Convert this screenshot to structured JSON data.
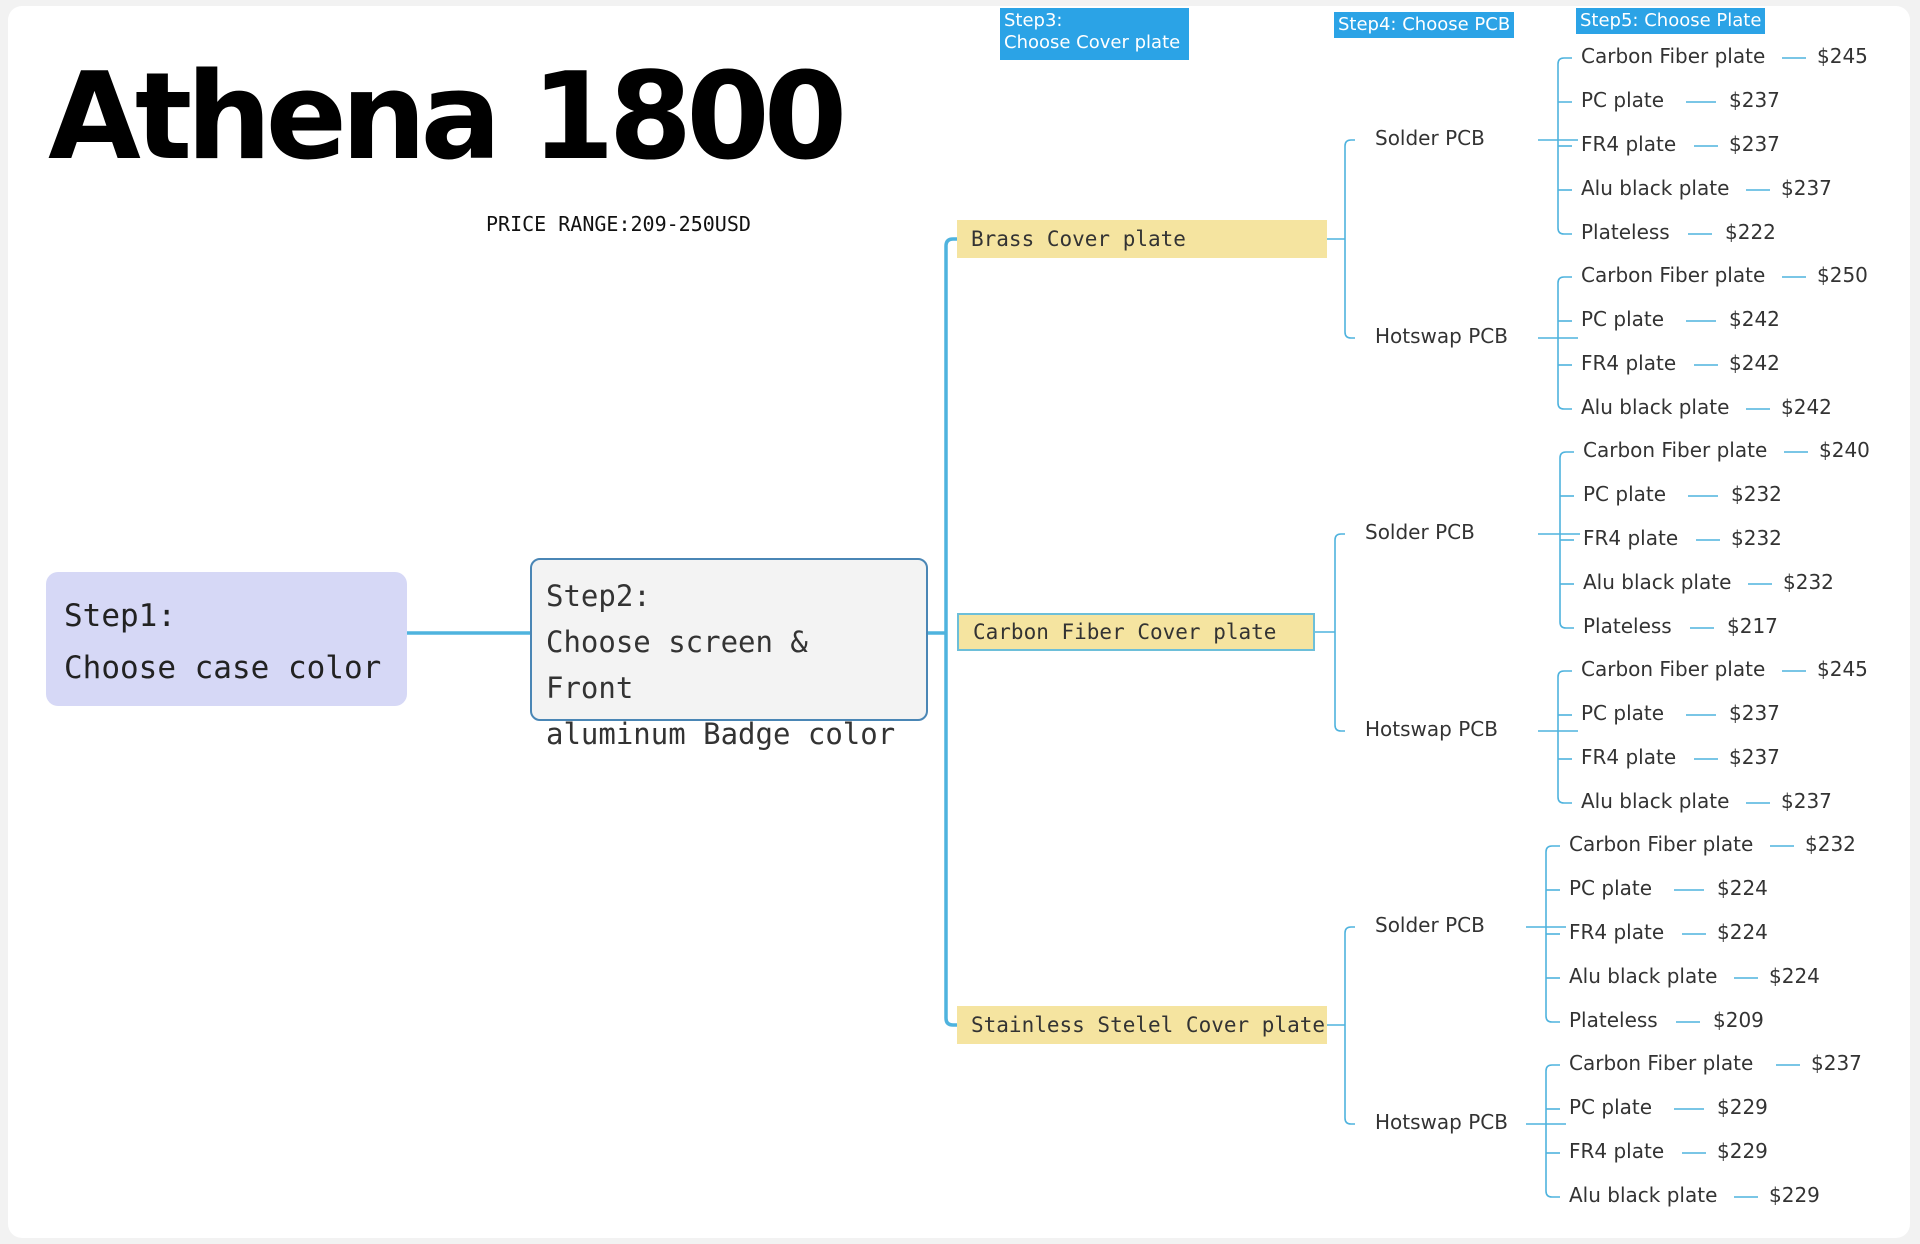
{
  "title": "Athena 1800",
  "price_range": "PRICE RANGE:209-250USD",
  "step_headers": {
    "step3_line1": "Step3:",
    "step3_line2": "Choose Cover plate",
    "step4": "Step4: Choose PCB",
    "step5": "Step5: Choose Plate"
  },
  "step1": {
    "line1": "Step1:",
    "line2": "Choose case color"
  },
  "step2": {
    "line1": "Step2:",
    "line2": "Choose screen & Front",
    "line3": "aluminum Badge color"
  },
  "colors": {
    "connector": "#4fb3de",
    "cover_fill": "#f5e4a0",
    "header_fill": "#2ba3e6",
    "step1_fill": "#d6d8f6",
    "step2_border": "#4a86b5",
    "highlight_border": "#6dbfd9"
  },
  "covers": [
    {
      "label": "Brass Cover plate",
      "pcbs": [
        {
          "label": "Solder PCB",
          "plates": [
            {
              "name": "Carbon Fiber plate",
              "price": "$245"
            },
            {
              "name": "PC plate",
              "price": "$237"
            },
            {
              "name": "FR4 plate",
              "price": "$237"
            },
            {
              "name": "Alu black plate",
              "price": "$237"
            },
            {
              "name": "Plateless",
              "price": "$222"
            }
          ]
        },
        {
          "label": "Hotswap PCB",
          "plates": [
            {
              "name": "Carbon Fiber plate",
              "price": "$250"
            },
            {
              "name": "PC plate",
              "price": "$242"
            },
            {
              "name": "FR4 plate",
              "price": "$242"
            },
            {
              "name": "Alu black plate",
              "price": "$242"
            }
          ]
        }
      ]
    },
    {
      "label": "Carbon Fiber Cover plate",
      "pcbs": [
        {
          "label": "Solder PCB",
          "plates": [
            {
              "name": "Carbon Fiber plate",
              "price": "$240"
            },
            {
              "name": "PC plate",
              "price": "$232"
            },
            {
              "name": "FR4 plate",
              "price": "$232"
            },
            {
              "name": "Alu black plate",
              "price": "$232"
            },
            {
              "name": "Plateless",
              "price": "$217"
            }
          ]
        },
        {
          "label": "Hotswap PCB",
          "plates": [
            {
              "name": "Carbon Fiber plate",
              "price": "$245"
            },
            {
              "name": "PC plate",
              "price": "$237"
            },
            {
              "name": "FR4 plate",
              "price": "$237"
            },
            {
              "name": "Alu black plate",
              "price": "$237"
            }
          ]
        }
      ]
    },
    {
      "label": "Stainless Stelel Cover plate",
      "pcbs": [
        {
          "label": "Solder PCB",
          "plates": [
            {
              "name": "Carbon Fiber plate",
              "price": "$232"
            },
            {
              "name": "PC plate",
              "price": "$224"
            },
            {
              "name": "FR4 plate",
              "price": "$224"
            },
            {
              "name": "Alu black plate",
              "price": "$224"
            },
            {
              "name": "Plateless",
              "price": "$209"
            }
          ]
        },
        {
          "label": "Hotswap PCB",
          "plates": [
            {
              "name": "Carbon Fiber plate",
              "price": "$237"
            },
            {
              "name": "PC plate",
              "price": "$229"
            },
            {
              "name": "FR4 plate",
              "price": "$229"
            },
            {
              "name": "Alu black plate",
              "price": "$229"
            }
          ]
        }
      ]
    }
  ]
}
